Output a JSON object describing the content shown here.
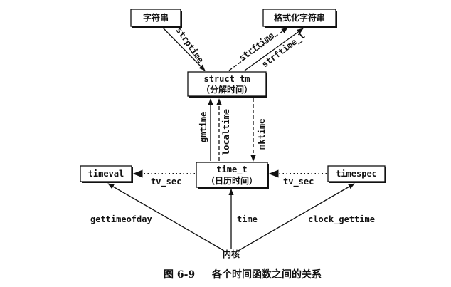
{
  "nodes": {
    "string": "字符串",
    "formatted_string": "格式化字符串",
    "struct_tm": "struct tm",
    "struct_tm_desc": "（分解时间）",
    "time_t": "time_t",
    "time_t_desc": "（日历时间）",
    "timeval": "timeval",
    "timespec": "timespec",
    "kernel": "内核"
  },
  "edges": {
    "strptime": "strptime",
    "strftime": "strftime",
    "strftime_l": "strftime_l",
    "gmtime": "gmtime",
    "localtime": "localtime",
    "mktime": "mktime",
    "tv_sec_left": "tv_sec",
    "tv_sec_right": "tv_sec",
    "gettimeofday": "gettimeofday",
    "time": "time",
    "clock_gettime": "clock_gettime"
  },
  "caption": {
    "figure_number": "图 6-9",
    "title": "各个时间函数之间的关系"
  }
}
